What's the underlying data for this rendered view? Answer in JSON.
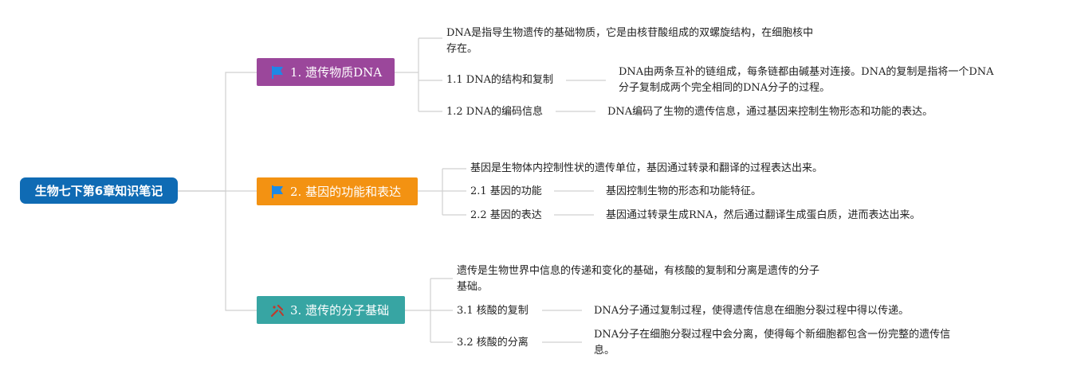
{
  "root": {
    "label": "生物七下第6章知识笔记"
  },
  "branches": [
    {
      "label": "1. 遗传物质DNA",
      "color": "#9b479b",
      "icon": "blue-flag-icon",
      "intro": [
        "DNA是指导生物遗传的基础物质，它是由核苷酸组成的双螺旋结构，在细胞核中",
        "存在。"
      ],
      "subs": [
        {
          "label": "1.1 DNA的结构和复制",
          "detail": [
            "DNA由两条互补的链组成，每条链都由碱基对连接。DNA的复制是指将一个DNA",
            "分子复制成两个完全相同的DNA分子的过程。"
          ]
        },
        {
          "label": "1.2 DNA的编码信息",
          "detail": [
            "DNA编码了生物的遗传信息，通过基因来控制生物形态和功能的表达。"
          ]
        }
      ]
    },
    {
      "label": "2. 基因的功能和表达",
      "color": "#f39212",
      "icon": "blue-flag-icon",
      "intro": [
        "基因是生物体内控制性状的遗传单位，基因通过转录和翻译的过程表达出来。"
      ],
      "subs": [
        {
          "label": "2.1 基因的功能",
          "detail": [
            "基因控制生物的形态和功能特征。"
          ]
        },
        {
          "label": "2.2 基因的表达",
          "detail": [
            "基因通过转录生成RNA，然后通过翻译生成蛋白质，进而表达出来。"
          ]
        }
      ]
    },
    {
      "label": "3. 遗传的分子基础",
      "color": "#37a5a3",
      "icon": "tools-icon",
      "intro": [
        "遗传是生物世界中信息的传递和变化的基础，有核酸的复制和分离是遗传的分子",
        "基础。"
      ],
      "subs": [
        {
          "label": "3.1 核酸的复制",
          "detail": [
            "DNA分子通过复制过程，使得遗传信息在细胞分裂过程中得以传递。"
          ]
        },
        {
          "label": "3.2 核酸的分离",
          "detail": [
            "DNA分子在细胞分裂过程中会分离，使得每个新细胞都包含一份完整的遗传信",
            "息。"
          ]
        }
      ]
    }
  ]
}
